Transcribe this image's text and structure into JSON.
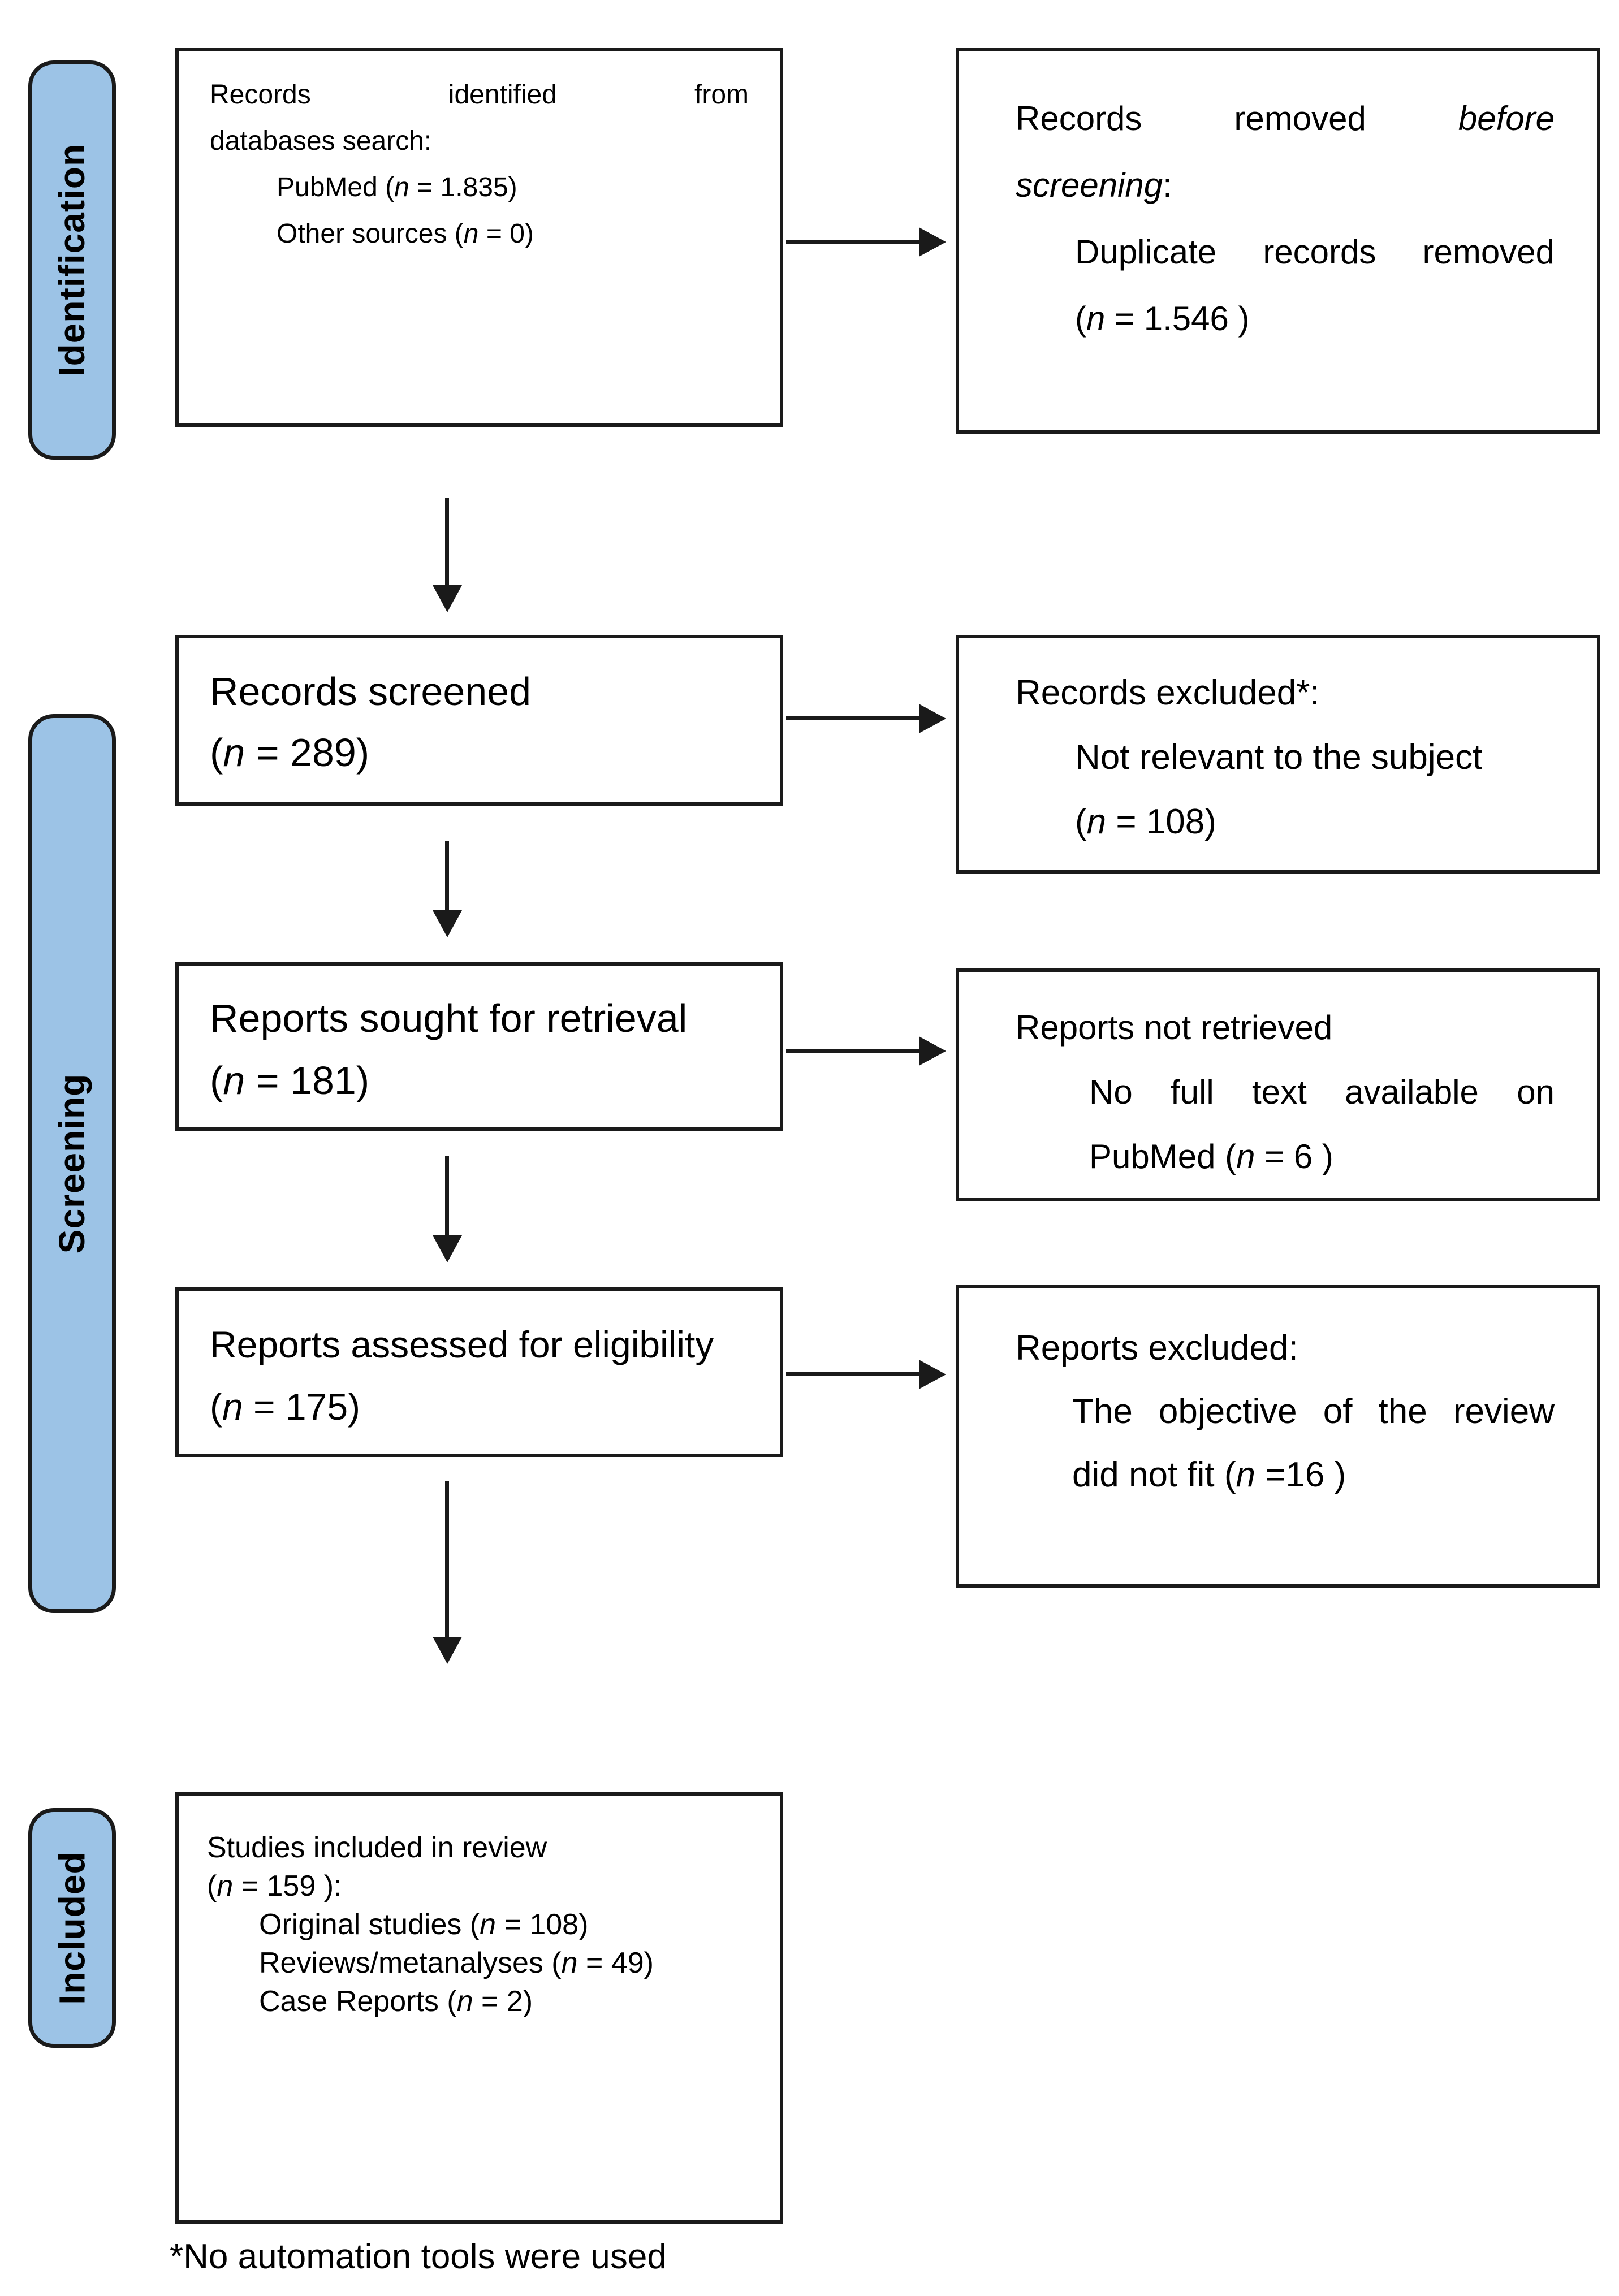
{
  "diagram": {
    "colors": {
      "stage_fill": "#9CC3E6",
      "stage_border": "#1A1A1A",
      "box_border": "#1A1A1A",
      "arrow": "#1A1A1A",
      "text": "#000000"
    },
    "stages": [
      {
        "label": "Identification"
      },
      {
        "label": "Screening"
      },
      {
        "label": "Included"
      }
    ],
    "boxes": {
      "identified": {
        "lines": [
          {
            "segs": [
              {
                "t": "Records identified from"
              }
            ]
          },
          {
            "segs": [
              {
                "t": "databases search:"
              }
            ]
          },
          {
            "segs": [
              {
                "t": "PubMed ("
              },
              {
                "t": "n"
              },
              {
                "t": " = 1.835)"
              }
            ]
          },
          {
            "segs": [
              {
                "t": "Other sources ("
              },
              {
                "t": "n"
              },
              {
                "t": " = 0)"
              }
            ]
          }
        ]
      },
      "removed": {
        "lines": [
          {
            "segs": [
              {
                "t": "Records removed "
              },
              {
                "t": "before"
              }
            ]
          },
          {
            "segs": [
              {
                "t": "screening"
              },
              {
                "t": ":"
              }
            ]
          },
          {
            "segs": [
              {
                "t": "Duplicate records removed"
              }
            ]
          },
          {
            "segs": [
              {
                "t": "("
              },
              {
                "t": "n"
              },
              {
                "t": " = 1.546 )"
              }
            ]
          }
        ]
      },
      "screened": {
        "lines": [
          {
            "segs": [
              {
                "t": "Records screened"
              }
            ]
          },
          {
            "segs": [
              {
                "t": "("
              },
              {
                "t": "n"
              },
              {
                "t": " = 289)"
              }
            ]
          }
        ]
      },
      "records_excluded": {
        "lines": [
          {
            "segs": [
              {
                "t": "Records excluded*:"
              }
            ]
          },
          {
            "segs": [
              {
                "t": "Not relevant to the subject"
              }
            ]
          },
          {
            "segs": [
              {
                "t": "("
              },
              {
                "t": "n"
              },
              {
                "t": " = 108)"
              }
            ]
          }
        ]
      },
      "sought": {
        "lines": [
          {
            "segs": [
              {
                "t": "Reports sought for retrieval"
              }
            ]
          },
          {
            "segs": [
              {
                "t": "("
              },
              {
                "t": "n"
              },
              {
                "t": " = 181)"
              }
            ]
          }
        ]
      },
      "not_retrieved": {
        "lines": [
          {
            "segs": [
              {
                "t": "Reports not retrieved"
              }
            ]
          },
          {
            "segs": [
              {
                "t": "No full text available on"
              }
            ]
          },
          {
            "segs": [
              {
                "t": "PubMed ("
              },
              {
                "t": "n"
              },
              {
                "t": " = 6 )"
              }
            ]
          }
        ]
      },
      "assessed": {
        "lines": [
          {
            "segs": [
              {
                "t": "Reports assessed for eligibility"
              }
            ]
          },
          {
            "segs": [
              {
                "t": "("
              },
              {
                "t": "n"
              },
              {
                "t": " = 175)"
              }
            ]
          }
        ]
      },
      "reports_excluded": {
        "lines": [
          {
            "segs": [
              {
                "t": "Reports excluded:"
              }
            ]
          },
          {
            "segs": [
              {
                "t": "The objective of the review"
              }
            ]
          },
          {
            "segs": [
              {
                "t": "did not fit ("
              },
              {
                "t": "n"
              },
              {
                "t": " =16 )"
              }
            ]
          }
        ]
      },
      "included_studies": {
        "lines": [
          {
            "segs": [
              {
                "t": "Studies included in review"
              }
            ]
          },
          {
            "segs": [
              {
                "t": "("
              },
              {
                "t": "n"
              },
              {
                "t": " = 159 ):"
              }
            ]
          },
          {
            "segs": [
              {
                "t": "Original studies ("
              },
              {
                "t": "n"
              },
              {
                "t": " = 108)"
              }
            ]
          },
          {
            "segs": [
              {
                "t": "Reviews/metanalyses ("
              },
              {
                "t": "n"
              },
              {
                "t": " = 49)"
              }
            ]
          },
          {
            "segs": [
              {
                "t": "Case Reports ("
              },
              {
                "t": "n"
              },
              {
                "t": " = 2)"
              }
            ]
          }
        ]
      }
    },
    "footnote": "*No automation tools were used"
  }
}
